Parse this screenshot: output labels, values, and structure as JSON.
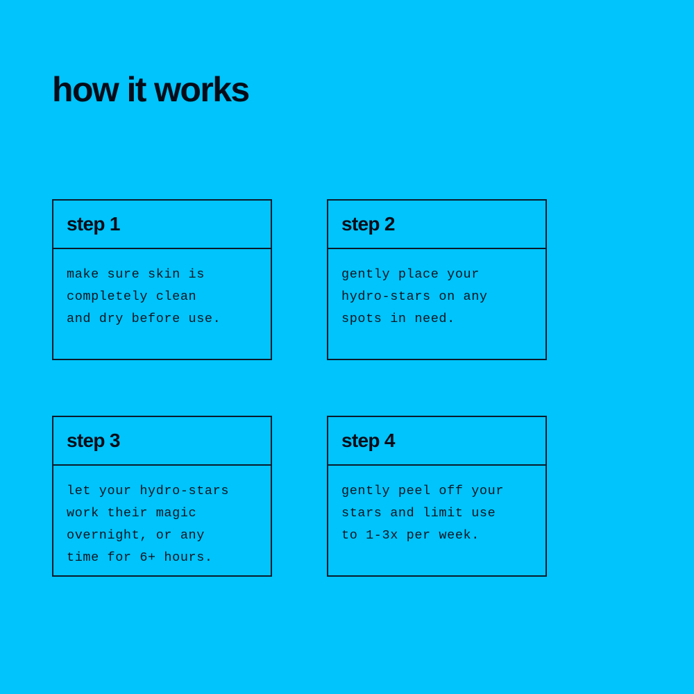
{
  "page": {
    "background_color": "#00c4fb",
    "ink_color": "#050c18",
    "border_color": "#0a1a2b",
    "title": "how it works"
  },
  "steps": [
    {
      "title": "step 1",
      "text": "make sure skin is\ncompletely clean\nand dry before use."
    },
    {
      "title": "step 2",
      "text": "gently place your\nhydro-stars on any\nspots in need."
    },
    {
      "title": "step 3",
      "text": "let your hydro-stars\nwork their magic\novernight, or any\ntime for 6+ hours."
    },
    {
      "title": "step 4",
      "text": "gently peel off your\nstars and limit use\nto 1-3x per week."
    }
  ]
}
